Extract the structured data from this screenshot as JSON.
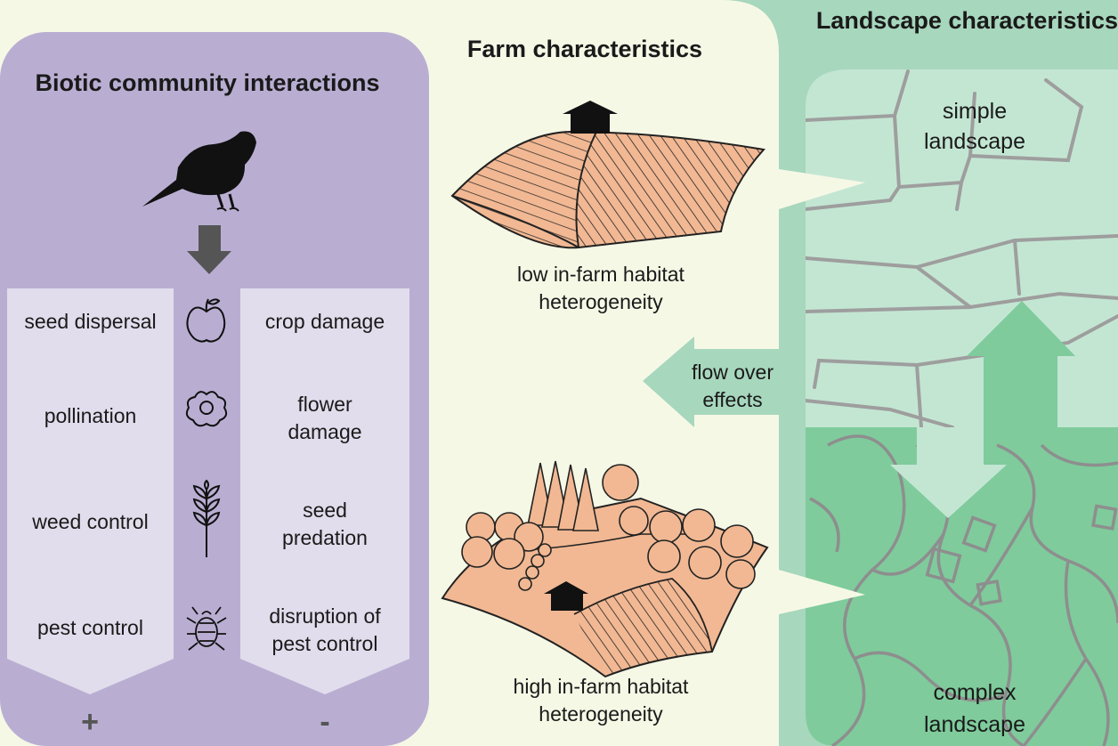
{
  "titles": {
    "landscape": "Landscape characteristics",
    "farm": "Farm characteristics",
    "biotic": "Biotic community interactions"
  },
  "landscape": {
    "simple": "simple\nlandscape",
    "complex": "complex\nlandscape"
  },
  "farm": {
    "low": "low in-farm habitat\nheterogeneity",
    "high": "high in-farm habitat\nheterogeneity",
    "flow": "flow over\neffects"
  },
  "biotic": {
    "positive": [
      "seed dispersal",
      "pollination",
      "weed control",
      "pest control"
    ],
    "negative": [
      "crop damage",
      "flower\ndamage",
      "seed\npredation",
      "disruption of\npest control"
    ],
    "icons": [
      "apple-icon",
      "flower-icon",
      "wheat-icon",
      "bug-icon"
    ],
    "plus": "+",
    "minus": "-"
  },
  "colors": {
    "landscape_bg": "#a7d7bd",
    "farm_bg": "#f6f8e6",
    "biotic_bg": "#b9aed2",
    "column_bg": "#e1ddec",
    "field": "#f1b893",
    "simple_landscape": "#c3e6d3",
    "complex_landscape": "#7fcb9c"
  }
}
